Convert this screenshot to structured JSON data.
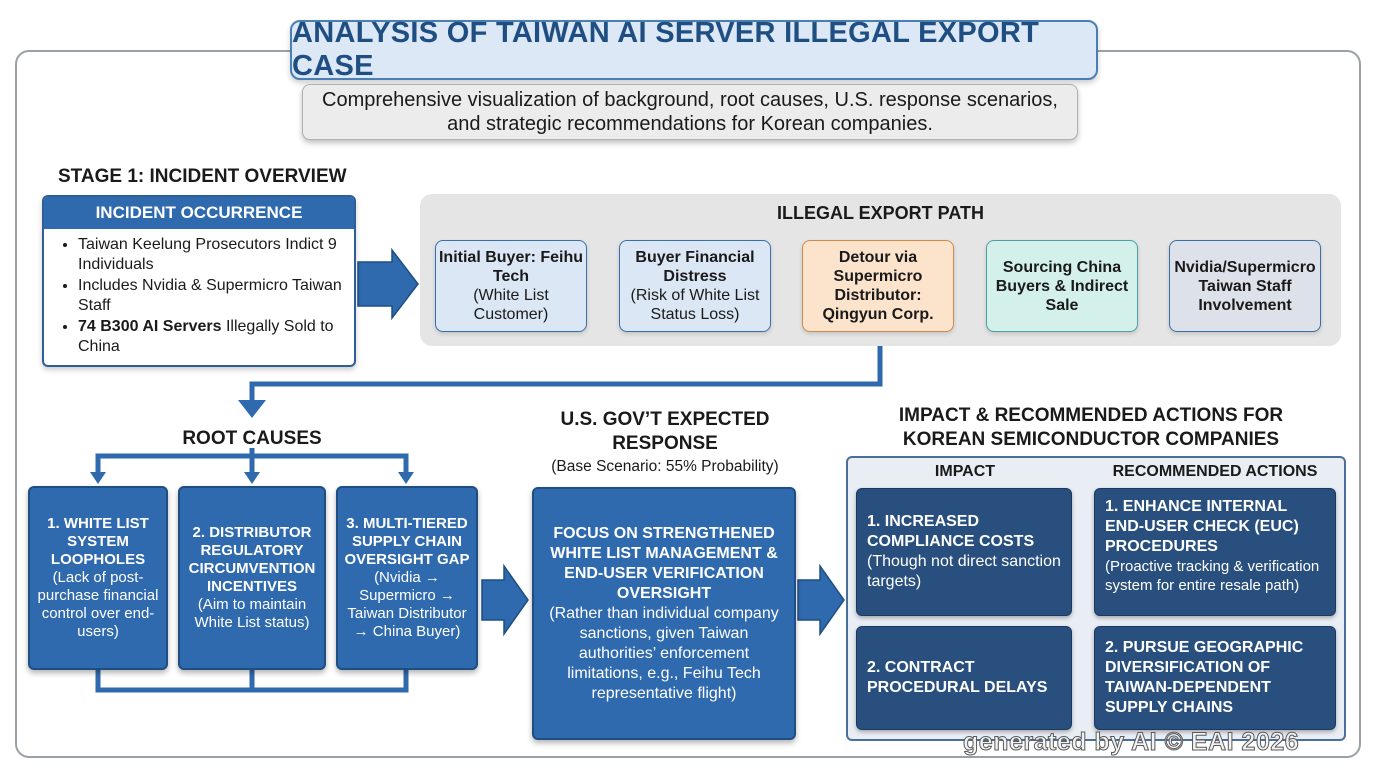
{
  "title": "ANALYSIS OF TAIWAN AI SERVER ILLEGAL EXPORT CASE",
  "subtitle": {
    "line1": "Comprehensive visualization of background, root causes, U.S. response scenarios,",
    "line2": "and strategic recommendations for Korean companies."
  },
  "stage1": {
    "title": "STAGE 1: INCIDENT OVERVIEW",
    "incident_header": "INCIDENT OCCURRENCE",
    "bullets": [
      {
        "text": "Taiwan Keelung Prosecutors Indict 9 Individuals"
      },
      {
        "text": "Includes Nvidia & Supermicro Taiwan Staff"
      },
      {
        "bold": "74 B300 AI Servers",
        "text": " Illegally Sold to China"
      }
    ]
  },
  "export_path": {
    "title": "ILLEGAL EXPORT PATH",
    "steps": [
      {
        "title": "Initial Buyer: Feihu Tech",
        "detail": "(White List Customer)"
      },
      {
        "title": "Buyer Financial Distress",
        "detail": "(Risk of White List Status Loss)"
      },
      {
        "title": "Detour via Supermicro Distributor: Qingyun Corp.",
        "detail": ""
      },
      {
        "title": "Sourcing China Buyers & Indirect Sale",
        "detail": ""
      },
      {
        "title": "Nvidia/Supermicro Taiwan Staff Involvement",
        "detail": ""
      }
    ]
  },
  "root_causes": {
    "title": "ROOT CAUSES",
    "items": [
      {
        "title": "1. WHITE LIST SYSTEM LOOPHOLES",
        "detail": "(Lack of post-purchase financial control over end-users)"
      },
      {
        "title": "2. DISTRIBUTOR REGULATORY CIRCUMVENTION INCENTIVES",
        "detail": "(Aim to maintain White List status)"
      },
      {
        "title": "3. MULTI-TIERED SUPPLY CHAIN OVERSIGHT GAP",
        "detail": "(Nvidia → Supermicro → Taiwan Distributor → China Buyer)"
      }
    ]
  },
  "us_response": {
    "title_line1": "U.S. GOV’T EXPECTED",
    "title_line2": "RESPONSE",
    "scenario": "(Base Scenario: 55% Probability)",
    "card_title": "FOCUS ON STRENGTHENED WHITE LIST MANAGEMENT & END-USER VERIFICATION OVERSIGHT",
    "card_detail": "(Rather than individual company sanctions, given Taiwan authorities’ enforcement limitations, e.g., Feihu Tech representative flight)"
  },
  "impact_section": {
    "title_line1": "IMPACT & RECOMMENDED ACTIONS FOR",
    "title_line2": "KOREAN SEMICONDUCTOR COMPANIES",
    "impact_header": "IMPACT",
    "actions_header": "RECOMMENDED ACTIONS",
    "impacts": [
      {
        "title": "1. INCREASED COMPLIANCE COSTS",
        "detail": "(Though not direct sanction targets)"
      },
      {
        "title": "2. CONTRACT PROCEDURAL DELAYS",
        "detail": ""
      }
    ],
    "actions": [
      {
        "title": "1. ENHANCE INTERNAL END-USER CHECK (EUC) PROCEDURES",
        "detail": "(Proactive tracking & verification system for entire resale path)"
      },
      {
        "title": "2. PURSUE GEOGRAPHIC DIVERSIFICATION OF TAIWAN-DEPENDENT SUPPLY CHAINS",
        "detail": ""
      }
    ]
  },
  "watermark": "generated by AI © EAI 2026",
  "colors": {
    "primary_blue": "#2f6aae",
    "navy": "#284f7d",
    "title_blue": "#1f4e82",
    "orange_step": "#fbe3cc",
    "teal_step": "#d3f0ea"
  }
}
